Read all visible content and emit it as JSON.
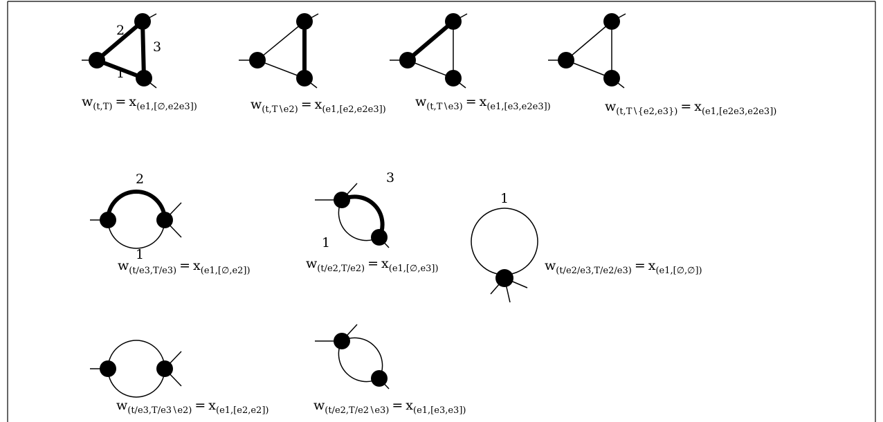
{
  "diagrams": [
    {
      "kind": "triangle",
      "heavy": [
        "e1",
        "e2",
        "e3"
      ],
      "edge_labels": [
        {
          "edge": "e2",
          "text": "2"
        },
        {
          "edge": "e3",
          "text": "3"
        },
        {
          "edge": "e1",
          "text": "1"
        }
      ],
      "caption": {
        "lhs": "w",
        "lhs_sub": "(t,T)",
        "rhs": "x",
        "rhs_sub": "(e1,[∅,e2e3])"
      }
    },
    {
      "kind": "triangle",
      "heavy": [
        "e3"
      ],
      "edge_labels": [],
      "caption": {
        "lhs": "w",
        "lhs_sub": "(t,T∖e2)",
        "rhs": "x",
        "rhs_sub": "(e1,[e2,e2e3])"
      }
    },
    {
      "kind": "triangle",
      "heavy": [
        "e2"
      ],
      "edge_labels": [],
      "caption": {
        "lhs": "w",
        "lhs_sub": "(t,T∖e3)",
        "rhs": "x",
        "rhs_sub": "(e1,[e3,e2e3])"
      }
    },
    {
      "kind": "triangle",
      "heavy": [],
      "edge_labels": [],
      "caption": {
        "lhs": "w",
        "lhs_sub": "(t,T∖{e2,e3})",
        "rhs": "x",
        "rhs_sub": "(e1,[e2e3,e2e3])"
      }
    },
    {
      "kind": "bubble",
      "heavy": [
        "top"
      ],
      "edge_labels": [
        {
          "edge": "top",
          "text": "2"
        },
        {
          "edge": "bottom",
          "text": "1"
        }
      ],
      "caption": {
        "lhs": "w",
        "lhs_sub": "(t/e3,T/e3)",
        "rhs": "x",
        "rhs_sub": "(e1,[∅,e2])"
      }
    },
    {
      "kind": "bubble-tilted",
      "heavy": [
        "right"
      ],
      "edge_labels": [
        {
          "edge": "right",
          "text": "3"
        },
        {
          "edge": "left",
          "text": "1"
        }
      ],
      "caption": {
        "lhs": "w",
        "lhs_sub": "(t/e2,T/e2)",
        "rhs": "x",
        "rhs_sub": "(e1,[∅,e3])"
      }
    },
    {
      "kind": "tadpole",
      "heavy": [],
      "edge_labels": [
        {
          "edge": "loop",
          "text": "1"
        }
      ],
      "caption": {
        "lhs": "w",
        "lhs_sub": "(t/e2/e3,T/e2/e3)",
        "rhs": "x",
        "rhs_sub": "(e1,[∅,∅])"
      }
    },
    {
      "kind": "bubble",
      "heavy": [],
      "edge_labels": [],
      "caption": {
        "lhs": "w",
        "lhs_sub": "(t/e3,T/e3∖e2)",
        "rhs": "x",
        "rhs_sub": "(e1,[e2,e2])"
      }
    },
    {
      "kind": "bubble-tilted",
      "heavy": [],
      "edge_labels": [],
      "caption": {
        "lhs": "w",
        "lhs_sub": "(t/e2,T/e2∖e3)",
        "rhs": "x",
        "rhs_sub": "(e1,[e3,e3])"
      }
    }
  ],
  "equals_sign": "="
}
